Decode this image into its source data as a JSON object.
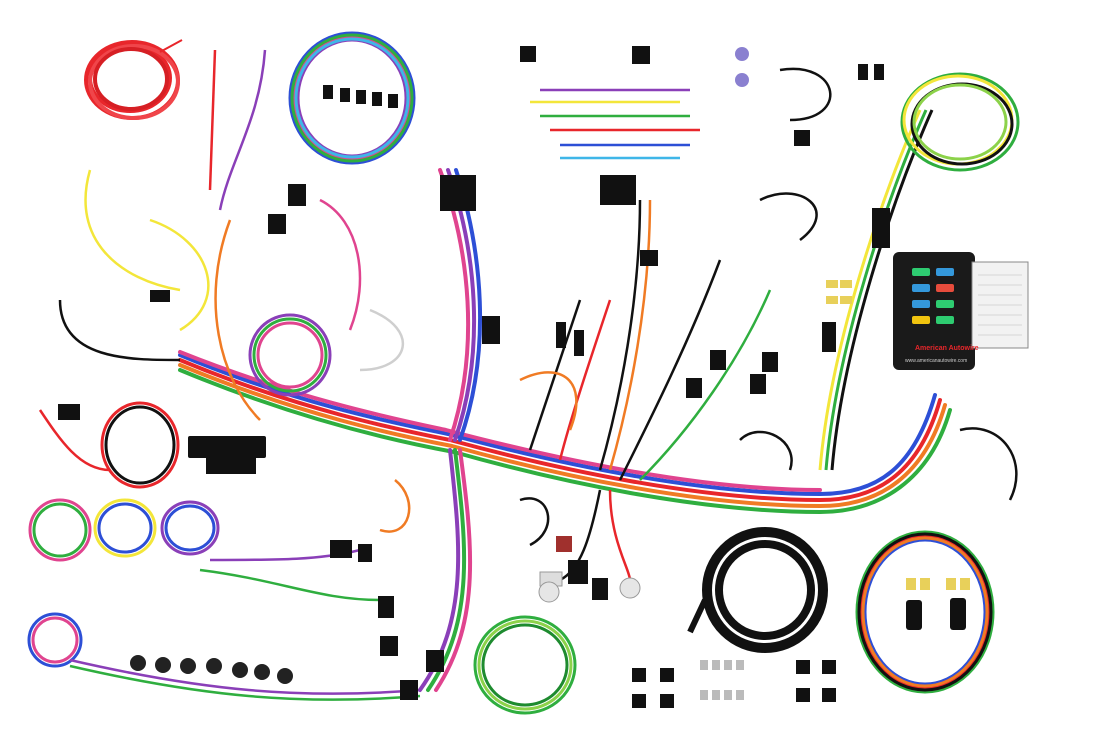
{
  "photo": {
    "subject": "automotive wiring harness kit laid out on white background",
    "background_color": "#ffffff"
  },
  "fuse_box": {
    "brand_text": "American Autowire",
    "url_text": "www.americanautowire.com",
    "body_color": "#1a1a1a",
    "fuse_colors": [
      "#2ecc71",
      "#3498db",
      "#3498db",
      "#e74c3c",
      "#3498db",
      "#2ecc71",
      "#f1c40f",
      "#2ecc71"
    ]
  },
  "wire_colors": {
    "red": "#e8262b",
    "orange": "#f07b24",
    "yellow": "#f3e63a",
    "green": "#2fae3f",
    "light_green": "#8cd24a",
    "blue": "#2d4fd6",
    "light_blue": "#3fb6e8",
    "purple": "#8a3fb8",
    "pink": "#e0448f",
    "black": "#111111",
    "white": "#f4f4f4",
    "brown": "#7a4a22",
    "gray": "#9a9a9a"
  }
}
